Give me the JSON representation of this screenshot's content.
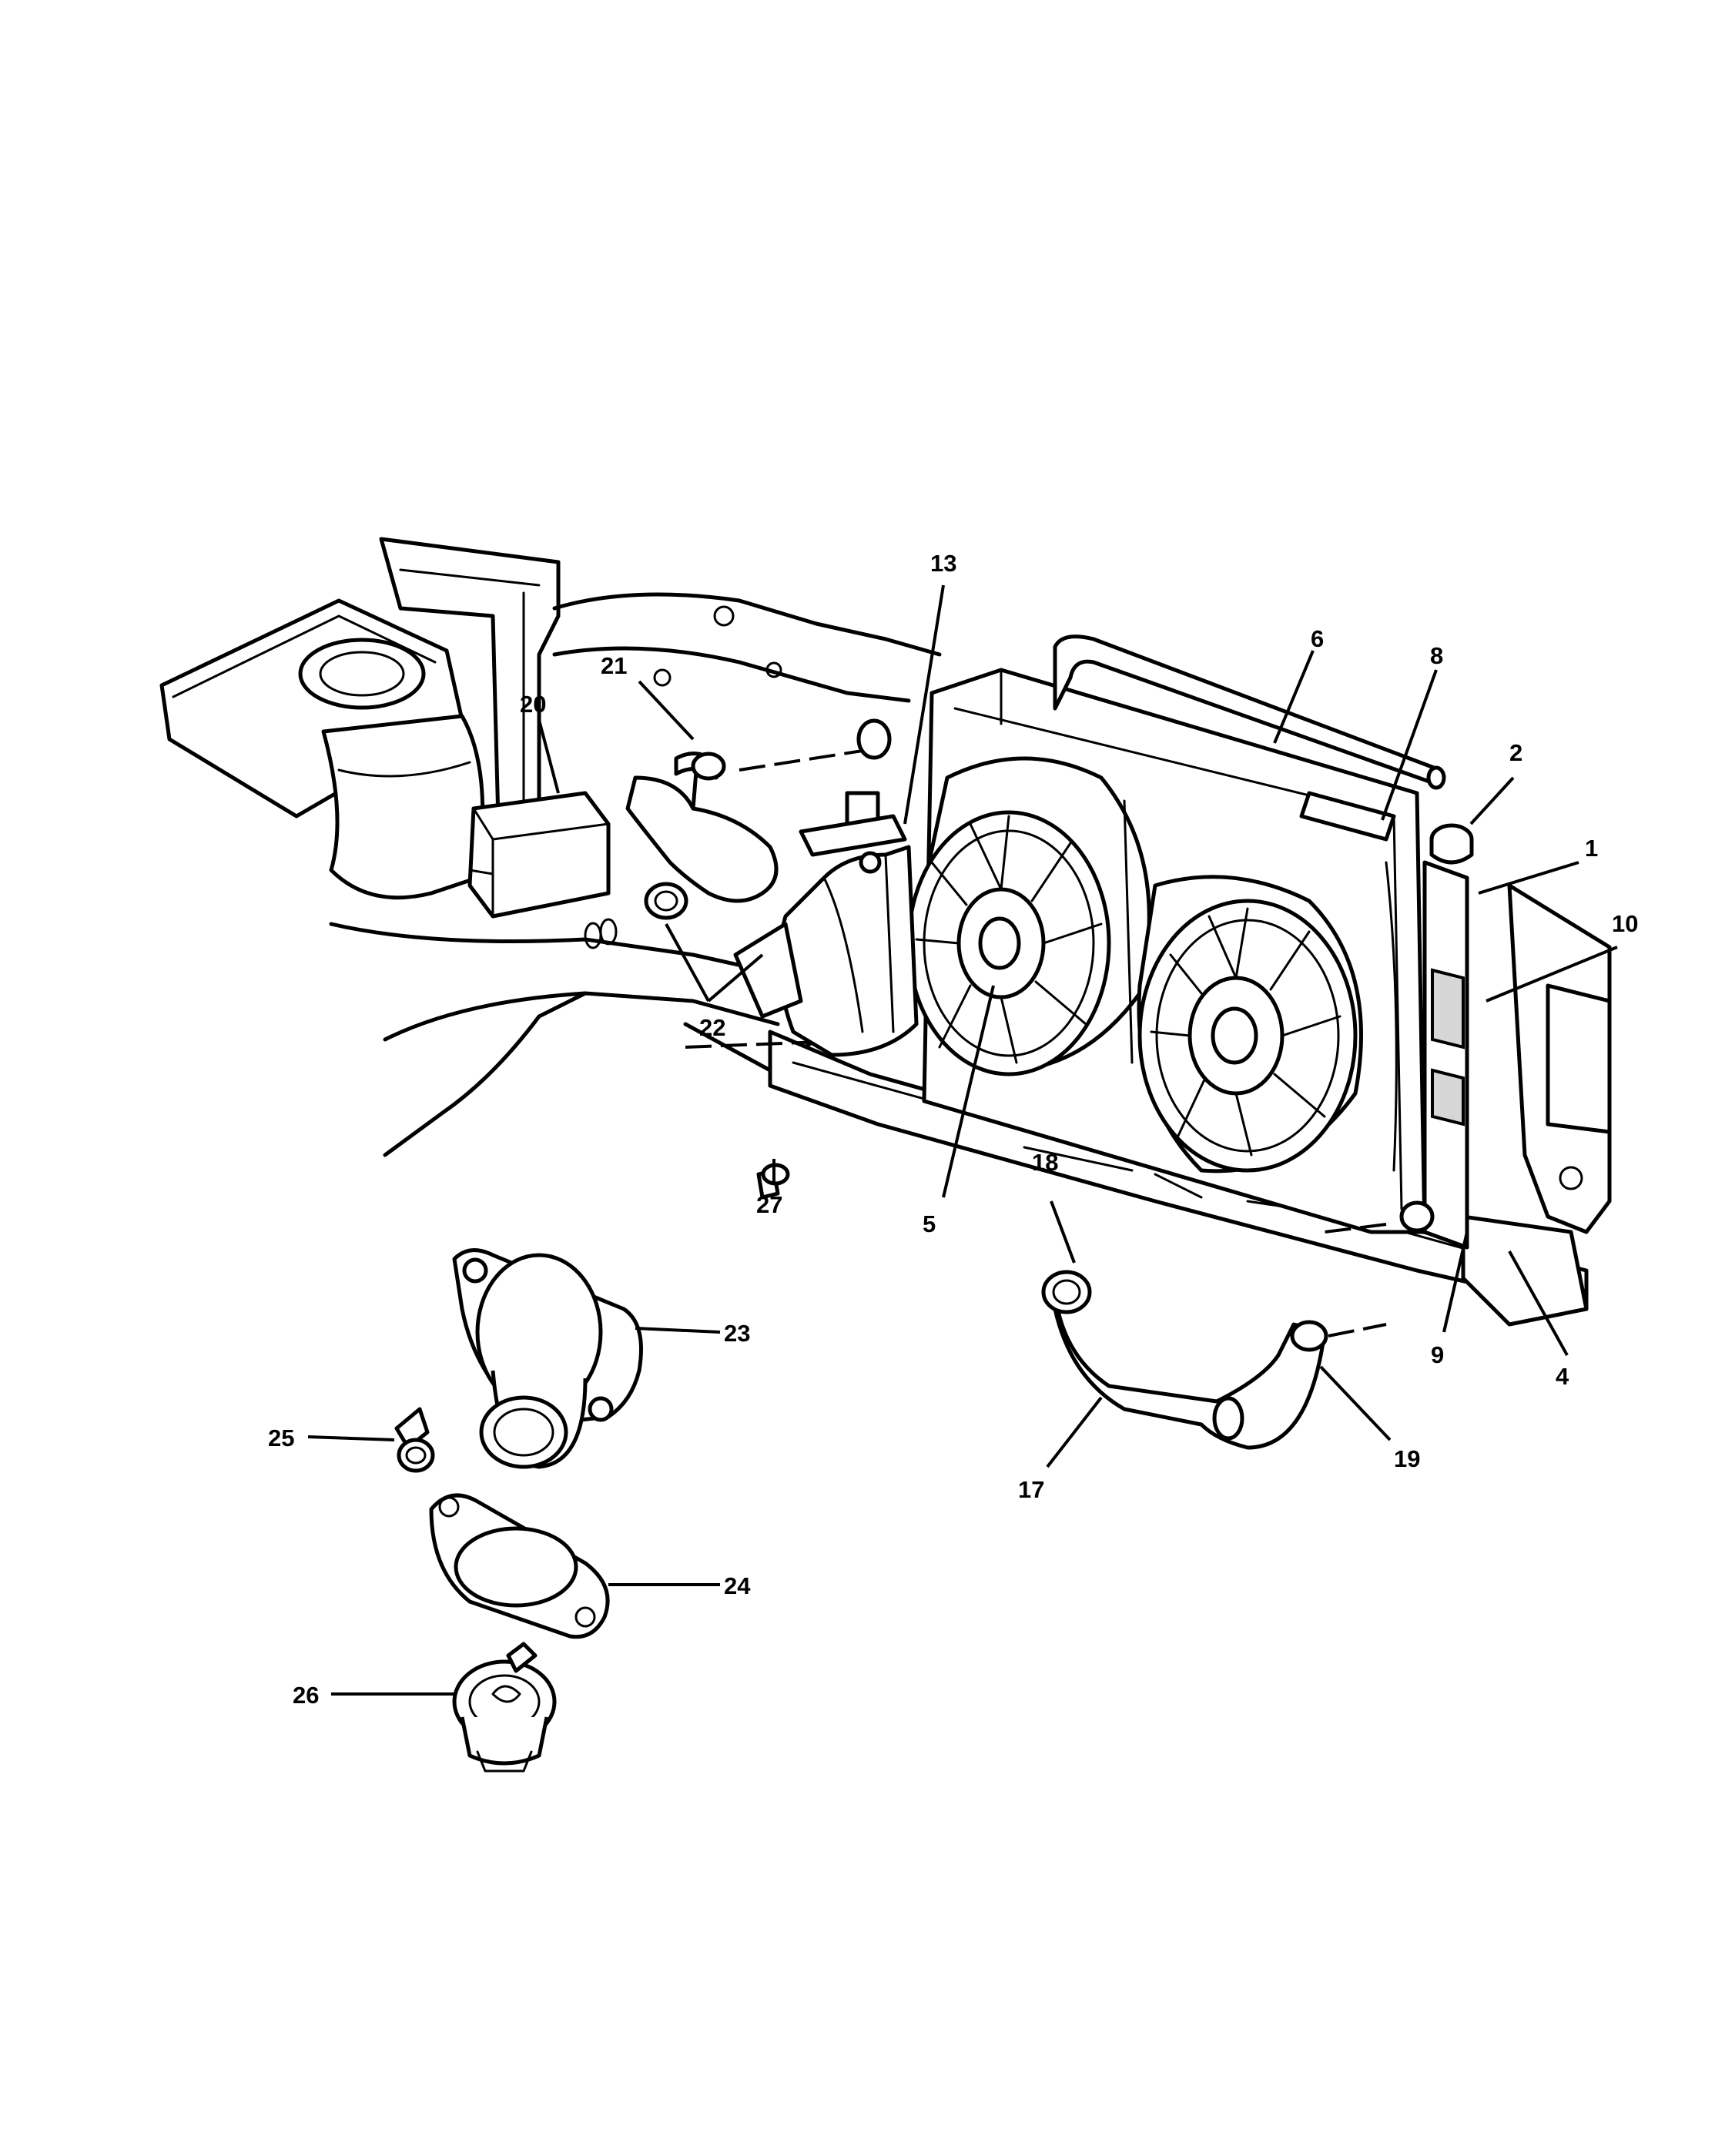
{
  "callouts": {
    "c1": "1",
    "c2": "2",
    "c4": "4",
    "c5": "5",
    "c6": "6",
    "c8": "8",
    "c9": "9",
    "c10": "10",
    "c13": "13",
    "c17": "17",
    "c18": "18",
    "c19": "19",
    "c20": "20",
    "c21": "21",
    "c22": "22",
    "c23": "23",
    "c24": "24",
    "c25": "25",
    "c26": "26",
    "c27": "27"
  }
}
